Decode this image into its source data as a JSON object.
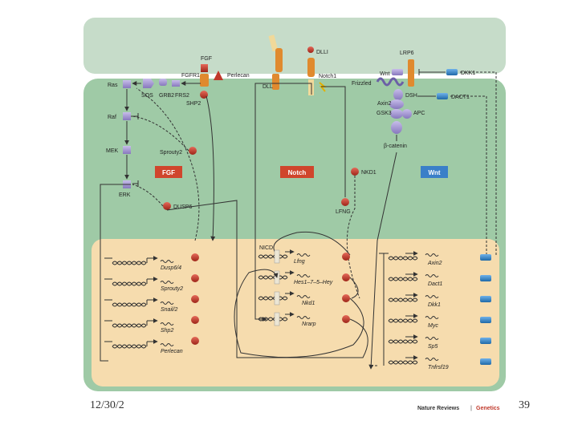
{
  "slide": {
    "date": "12/30/2",
    "page_number": "39"
  },
  "credit": {
    "journal": "Nature Reviews",
    "separator": "|",
    "section": "Genetics"
  },
  "colors": {
    "extracellular": "#c6dcc9",
    "cytoplasm": "#9fcaa6",
    "nucleus": "#f6dcae",
    "purple_node": "#a99ad0",
    "red_node": "#c0392b",
    "orange_receptor": "#e08a2e",
    "blue_node": "#2f7fc1",
    "fgf_box": "#d0452c",
    "notch_box": "#d0452c",
    "wnt_box": "#3a7fc8"
  },
  "pathways": {
    "fgf": "FGF",
    "notch": "Notch",
    "wnt": "Wnt"
  },
  "ligands": {
    "fgf": "FGF",
    "fgfr1": "FGFR1",
    "perlecan": "Perlecan",
    "dlli_top": "DLLI",
    "notch1": "Notch1",
    "dll_bottom": "DLL",
    "wnt": "Wnt",
    "lrp6": "LRP6",
    "frizzled": "Frizzled",
    "dkk1": "DKK1",
    "dact1": "DACT1"
  },
  "fgf_nodes": [
    "Ras",
    "SOS",
    "GRB2",
    "FRS2",
    "SHP2",
    "Raf",
    "MEK",
    "Sprouty2",
    "ERK",
    "DUSP6"
  ],
  "wnt_nodes": [
    "DSH",
    "Axin2",
    "GSK3",
    "APC",
    "β-catenin"
  ],
  "notch_nodes": [
    "NKD1",
    "LFNG",
    "NICD"
  ],
  "target_genes": {
    "fgf": [
      "Dusp6/4",
      "Sprouty2",
      "Snail/2",
      "Shp2",
      "Perlecan"
    ],
    "notch": [
      "Lfng",
      "Hes1–7–5–Hey",
      "Nkd1",
      "Nrarp"
    ],
    "wnt": [
      "Axin2",
      "Dact1",
      "Dkk1",
      "Myc",
      "Sp5",
      "Tnfrsf19"
    ]
  }
}
